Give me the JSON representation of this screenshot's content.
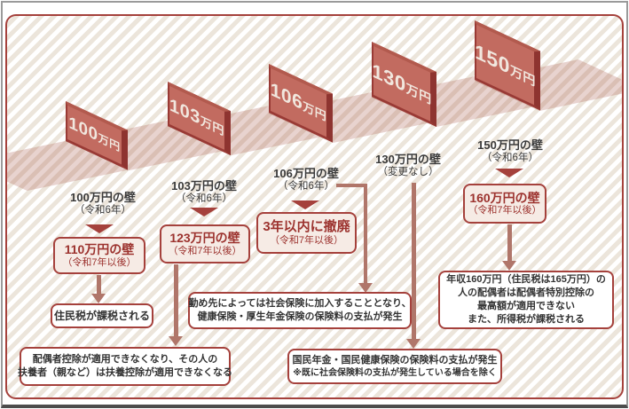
{
  "colors": {
    "accent_red": "#a5413c",
    "red_text": "#9c322e",
    "wall_face": "#c26b60",
    "wall_edge": "#8e3430",
    "connector": "#b0766a",
    "stripe_beige": "#ece5db",
    "highlight_bg": "#f6ebe5",
    "text_dark": "#333333"
  },
  "walls": [
    {
      "amount": "100",
      "unit": "万円"
    },
    {
      "amount": "103",
      "unit": "万円"
    },
    {
      "amount": "106",
      "unit": "万円"
    },
    {
      "amount": "130",
      "unit": "万円"
    },
    {
      "amount": "150",
      "unit": "万円"
    }
  ],
  "columns": [
    {
      "current": "100万円の壁",
      "status": "（令和6年）",
      "future": {
        "title": "110万円の壁",
        "period": "（令和7年以後）"
      },
      "result_lines": [
        "住民税が課税される"
      ]
    },
    {
      "current": "103万円の壁",
      "status": "（令和6年）",
      "future": {
        "title": "123万円の壁",
        "period": "（令和7年以後）"
      },
      "result_lines": [
        "配偶者控除が適用できなくなり、その人の",
        "扶養者（親など）は扶養控除が適用できなくなる"
      ]
    },
    {
      "current": "106万円の壁",
      "status": "（令和6年）",
      "future": {
        "title": "3年以内に撤廃",
        "period": "（令和7年以後）"
      },
      "result_lines": [
        "勤め先によっては社会保険に加入することとなり、",
        "健康保険・厚生年金保険の保険料の支払が発生"
      ]
    },
    {
      "current": "130万円の壁",
      "status": "（変更なし）",
      "result_lines": [
        "国民年金・国民健康保険の保険料の支払が発生"
      ],
      "result_note": "※既に社会保険料の支払が発生している場合を除く"
    },
    {
      "current": "150万円の壁",
      "status": "（令和6年）",
      "future": {
        "title": "160万円の壁",
        "period": "（令和7年以後）"
      },
      "result_lines": [
        "年収160万円（住民税は165万円）の",
        "人の配偶者は配偶者特別控除の",
        "最高額が適用できない",
        "また、所得税が課税される"
      ]
    }
  ]
}
